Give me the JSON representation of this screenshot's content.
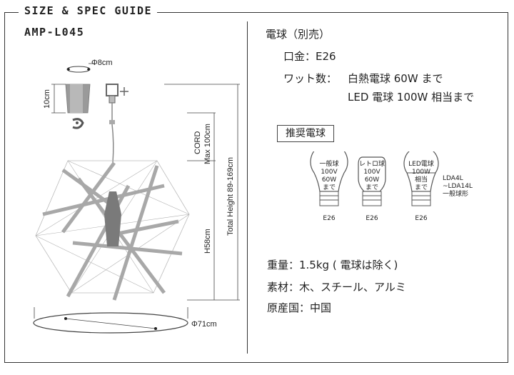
{
  "header": {
    "title": "SIZE & SPEC GUIDE",
    "model": "AMP-L045"
  },
  "diagram": {
    "top_diameter": "Φ8cm",
    "top_height": "10cm",
    "cord": "CORD",
    "cord_max": "Max 100cm",
    "total_height": "Total Height 89-169cm",
    "body_height": "H58cm",
    "body_diameter": "Φ71cm"
  },
  "specs": {
    "bulb_heading": "電球（別売）",
    "socket": "口金：E26",
    "wattage_label": "ワット数：",
    "wattage_line1": "白熱電球 60W まで",
    "wattage_line2": "LED 電球 100W 相当まで",
    "recommended": "推奨電球",
    "weight": "重量：1.5kg ( 電球は除く)",
    "material": "素材：木、スチール、アルミ",
    "origin": "原産国：中国"
  },
  "bulbs": [
    {
      "lines": [
        "一般球",
        "100V",
        "60W",
        "まで"
      ],
      "base": "E26"
    },
    {
      "lines": [
        "レトロ球",
        "100V",
        "60W",
        "まで"
      ],
      "base": "E26"
    },
    {
      "lines": [
        "LED電球",
        "100W",
        "相当",
        "まで"
      ],
      "base": "E26"
    }
  ],
  "led_note": [
    "LDA4L",
    "~LDA14L",
    "一般球形"
  ]
}
